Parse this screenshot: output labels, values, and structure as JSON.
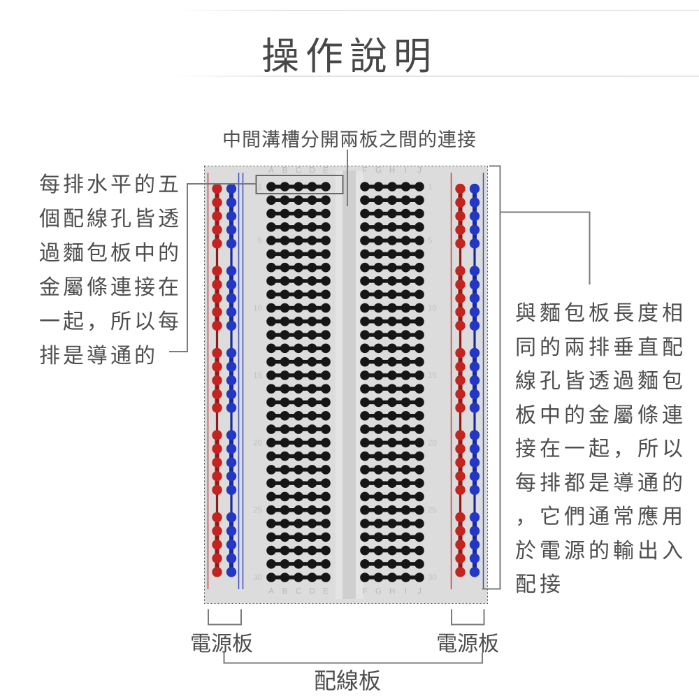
{
  "title": "操作說明",
  "annotations": {
    "groove": {
      "text": "中間溝槽分開兩板之間的連接"
    },
    "left": {
      "full_text": "每排水平的五個配線孔皆透過麵包板中的金屬條連接在一起，所以每排是導通的",
      "lines": [
        "每排水平的五",
        "個配線孔皆透",
        "過麵包板中的",
        "金屬條連接在",
        "一起，所以每",
        "排是導通的"
      ]
    },
    "right": {
      "full_text": "與麵包板長度相同的兩排垂直配線孔皆透過麵包板中的金屬條連接在一起，所以每排都是導通的，它們通常應用於電源的輸出入配接",
      "lines": [
        "與麵包板長度相",
        "同的兩排垂直配",
        "線孔皆透過麵包",
        "板中的金屬條連",
        "接在一起，所以",
        "每排都是導通的",
        "，它們通常應用",
        "於電源的輸出入",
        "配接"
      ]
    }
  },
  "labels": {
    "power_rail_left": "電源板",
    "power_rail_right": "電源板",
    "wiring_area": "配線板"
  },
  "breadboard": {
    "columns_left": [
      "A",
      "B",
      "C",
      "D",
      "E"
    ],
    "columns_right": [
      "F",
      "G",
      "H",
      "I",
      "J"
    ],
    "row_count": 30,
    "numbered_rows": [
      1,
      5,
      10,
      15,
      20,
      25,
      30
    ],
    "rail_groups": 5,
    "rail_holes_per_group": 5,
    "highlighted_row": {
      "block": "left",
      "row": 1,
      "columns": "A-E"
    },
    "colors": {
      "board": "#dcdcdc",
      "groove_outer": "#e4e4e4",
      "groove_inner": "#cfcfcf",
      "hole": "#161616",
      "rail_red": "#c3241f",
      "rail_red_link": "#8f1a16",
      "rail_blue": "#2337c4",
      "rail_blue_link": "#1a289e",
      "rail_red_line": "#cc4440",
      "rail_blue_line": "#3a4ec0",
      "label": "#b7b7b7",
      "row_number": "#c2c2c2",
      "board_border": "#4a4a4a",
      "annotation_line": "#7a7a7a",
      "highlight_box": "#686868"
    }
  }
}
